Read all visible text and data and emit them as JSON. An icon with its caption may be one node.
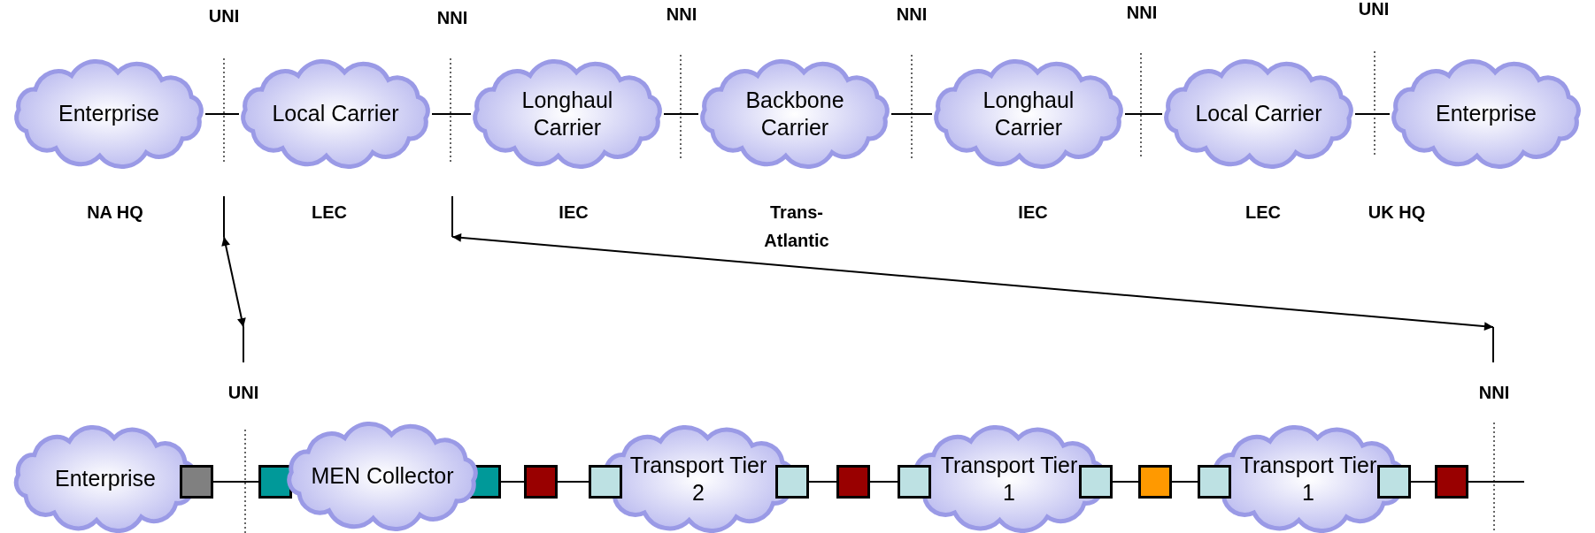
{
  "diagram": {
    "nodes": [
      {
        "text": [
          "Enterprise"
        ]
      },
      {
        "text": [
          "Local Carrier"
        ]
      },
      {
        "text": [
          "Longhaul Carrier"
        ]
      },
      {
        "text": [
          "Backbone Carrier"
        ]
      },
      {
        "text": [
          "Longhaul Carrier"
        ]
      },
      {
        "text": [
          "Local Carrier"
        ]
      },
      {
        "text": [
          "Enterprise"
        ]
      },
      {
        "text": [],
        "shape": "bar"
      },
      {
        "text": [],
        "shape": "bar"
      },
      {
        "text": [],
        "shape": "bar"
      },
      {
        "text": [],
        "shape": "bar"
      },
      {
        "text": [
          "Enterprise"
        ]
      },
      {
        "text": [],
        "shape": "box"
      },
      {
        "text": [],
        "shape": "box"
      },
      {
        "text": [
          "MEN Collector"
        ]
      },
      {
        "text": [],
        "shape": "box"
      },
      {
        "text": [],
        "shape": "box"
      },
      {
        "text": [],
        "shape": "box"
      },
      {
        "text": [
          "Transport Tier 2"
        ]
      },
      {
        "text": [],
        "shape": "box"
      },
      {
        "text": [],
        "shape": "box"
      },
      {
        "text": [],
        "shape": "box"
      },
      {
        "text": [
          "Transport Tier 1"
        ]
      },
      {
        "text": [],
        "shape": "box"
      },
      {
        "text": [],
        "shape": "box"
      },
      {
        "text": [],
        "shape": "box"
      },
      {
        "text": [
          "Transport Tier 1"
        ]
      },
      {
        "text": [],
        "shape": "box"
      },
      {
        "text": [],
        "shape": "box"
      }
    ],
    "edges": [
      {
        "from": 0,
        "to": 1,
        "arrow": "none"
      },
      {
        "from": 1,
        "to": 2,
        "arrow": "none"
      },
      {
        "from": 2,
        "to": 3,
        "arrow": "none"
      },
      {
        "from": 3,
        "to": 4,
        "arrow": "none"
      },
      {
        "from": 4,
        "to": 5,
        "arrow": "none"
      },
      {
        "from": 5,
        "to": 6,
        "arrow": "none"
      },
      {
        "from": 7,
        "to": 9,
        "arrow": "both"
      },
      {
        "from": 8,
        "to": 10,
        "arrow": "both"
      },
      {
        "from": 12,
        "to": 13,
        "arrow": "none"
      },
      {
        "from": 15,
        "to": 16,
        "arrow": "none"
      },
      {
        "from": 16,
        "to": 17,
        "arrow": "none"
      },
      {
        "from": 19,
        "to": 20,
        "arrow": "none"
      },
      {
        "from": 20,
        "to": 21,
        "arrow": "none"
      },
      {
        "from": 23,
        "to": 24,
        "arrow": "none"
      },
      {
        "from": 24,
        "to": 25,
        "arrow": "none"
      },
      {
        "from": 27,
        "to": 28,
        "arrow": "none"
      },
      {
        "from": 28,
        "to": null,
        "arrow": "none"
      }
    ],
    "labels": [
      "UNI",
      "NNI",
      "NNI",
      "NNI",
      "NNI",
      "UNI",
      "NA HQ",
      "LEC",
      "IEC",
      "Trans-Atlantic",
      "IEC",
      "LEC",
      "UK HQ",
      "UNI",
      "NNI"
    ]
  }
}
